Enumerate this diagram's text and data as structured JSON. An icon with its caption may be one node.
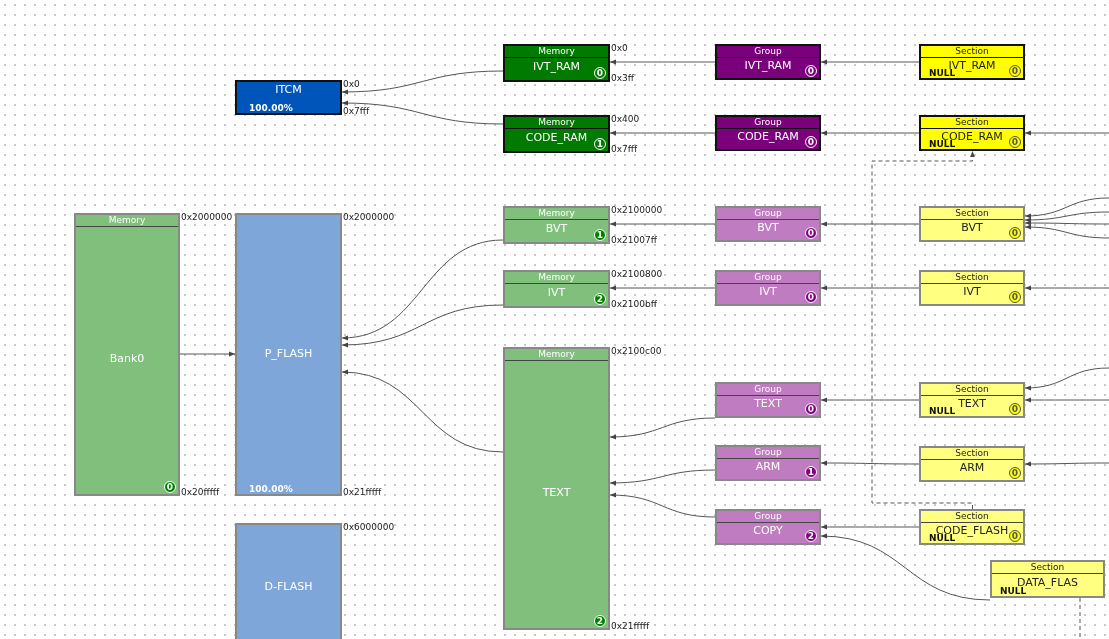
{
  "diagram": {
    "nodes": [
      {
        "text": [
          "ITCM",
          "100.00%"
        ],
        "beside": [
          "0x0",
          "0x7fff"
        ]
      },
      {
        "text": [
          "Memory",
          "Bank0",
          "0"
        ],
        "beside": [
          "0x2000000",
          "0x20fffff"
        ]
      },
      {
        "text": [
          "P_FLASH",
          "100.00%"
        ],
        "beside": [
          "0x2000000",
          "0x21fffff"
        ]
      },
      {
        "text": [
          "D-FLASH"
        ],
        "beside": [
          "0x6000000"
        ]
      },
      {
        "text": [
          "Memory",
          "IVT_RAM",
          "0"
        ],
        "beside": [
          "0x0",
          "0x3ff"
        ]
      },
      {
        "text": [
          "Memory",
          "CODE_RAM",
          "1"
        ],
        "beside": [
          "0x400",
          "0x7fff"
        ]
      },
      {
        "text": [
          "Memory",
          "BVT",
          "1"
        ],
        "beside": [
          "0x2100000",
          "0x21007ff"
        ]
      },
      {
        "text": [
          "Memory",
          "IVT",
          "2"
        ],
        "beside": [
          "0x2100800",
          "0x2100bff"
        ]
      },
      {
        "text": [
          "Memory",
          "TEXT",
          "2"
        ],
        "beside": [
          "0x2100c00",
          "0x21fffff"
        ]
      },
      {
        "text": [
          "Group",
          "IVT_RAM",
          "0"
        ]
      },
      {
        "text": [
          "Group",
          "CODE_RAM",
          "0"
        ]
      },
      {
        "text": [
          "Group",
          "BVT",
          "0"
        ]
      },
      {
        "text": [
          "Group",
          "IVT",
          "0"
        ]
      },
      {
        "text": [
          "Group",
          "TEXT",
          "0"
        ]
      },
      {
        "text": [
          "Group",
          "ARM",
          "1"
        ]
      },
      {
        "text": [
          "Group",
          "COPY",
          "2"
        ]
      },
      {
        "text": [
          "Section",
          "IVT_RAM",
          "NULL",
          "0"
        ]
      },
      {
        "text": [
          "Section",
          "CODE_RAM",
          "NULL",
          "0"
        ]
      },
      {
        "text": [
          "Section",
          "BVT",
          "0"
        ]
      },
      {
        "text": [
          "Section",
          "IVT",
          "0"
        ]
      },
      {
        "text": [
          "Section",
          "TEXT",
          "NULL",
          "0"
        ]
      },
      {
        "text": [
          "Section",
          "ARM",
          "0"
        ]
      },
      {
        "text": [
          "Section",
          "CODE_FLASH",
          "NULL",
          "0"
        ]
      },
      {
        "text": [
          "Section",
          "DATA_FLAS",
          "NULL"
        ]
      }
    ],
    "edges": [
      {
        "from": 1,
        "to": 2,
        "arrow": "to"
      },
      {
        "from": 4,
        "to": 0,
        "arrow": "to"
      },
      {
        "from": 5,
        "to": 0,
        "arrow": "to"
      },
      {
        "from": 6,
        "to": 2,
        "arrow": "to"
      },
      {
        "from": 7,
        "to": 2,
        "arrow": "to"
      },
      {
        "from": 8,
        "to": 2,
        "arrow": "to"
      },
      {
        "from": 9,
        "to": 4,
        "arrow": "to"
      },
      {
        "from": 10,
        "to": 5,
        "arrow": "to"
      },
      {
        "from": 11,
        "to": 6,
        "arrow": "to"
      },
      {
        "from": 12,
        "to": 7,
        "arrow": "to"
      },
      {
        "from": 13,
        "to": 8,
        "arrow": "to"
      },
      {
        "from": 14,
        "to": 8,
        "arrow": "to"
      },
      {
        "from": 15,
        "to": 8,
        "arrow": "to"
      },
      {
        "from": 16,
        "to": 9,
        "arrow": "to"
      },
      {
        "from": 17,
        "to": 10,
        "arrow": "to"
      },
      {
        "from": 18,
        "to": 11,
        "arrow": "to"
      },
      {
        "from": 19,
        "to": 12,
        "arrow": "to"
      },
      {
        "from": 20,
        "to": 13,
        "arrow": "to"
      },
      {
        "from": 21,
        "to": 14,
        "arrow": "to"
      },
      {
        "from": 22,
        "to": 15,
        "arrow": "to"
      },
      {
        "from": 23,
        "to": 15,
        "arrow": "to"
      },
      {
        "from": 22,
        "to": 17,
        "arrow": "to",
        "style": "dashed"
      },
      {
        "from": null,
        "to": 17,
        "arrow": "to"
      },
      {
        "from": null,
        "to": 18,
        "arrow": "to"
      },
      {
        "from": null,
        "to": 18,
        "arrow": "to"
      },
      {
        "from": null,
        "to": 18,
        "arrow": "to"
      },
      {
        "from": null,
        "to": 18,
        "arrow": "to"
      },
      {
        "from": null,
        "to": 19,
        "arrow": "to"
      },
      {
        "from": null,
        "to": 20,
        "arrow": "to"
      },
      {
        "from": null,
        "to": 20,
        "arrow": "to"
      },
      {
        "from": null,
        "to": 21,
        "arrow": "to"
      },
      {
        "from": 23,
        "to": null,
        "arrow": "none",
        "style": "dashed"
      }
    ]
  }
}
